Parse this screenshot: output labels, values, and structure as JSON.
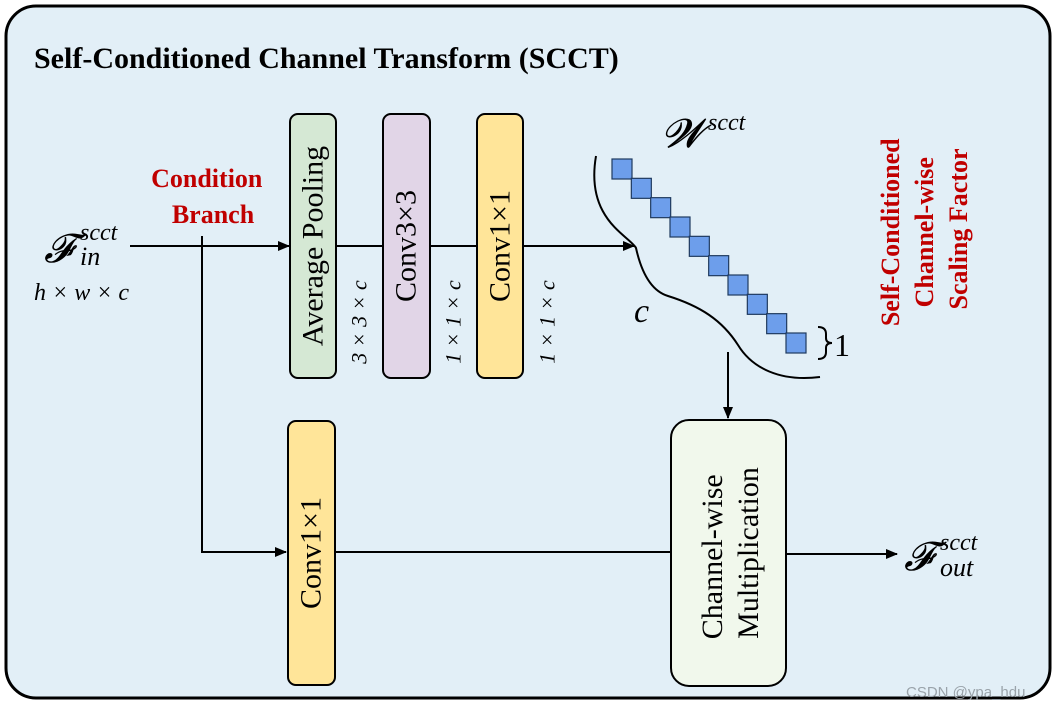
{
  "title": "Self-Conditioned Channel Transform (SCCT)",
  "condition_branch": [
    "Condition",
    "Branch"
  ],
  "input": {
    "symbol": "𝓕",
    "sup": "scct",
    "sub": "in",
    "shape": "h × w × c"
  },
  "output": {
    "symbol": "𝓕",
    "sup": "scct",
    "sub": "out"
  },
  "blocks": {
    "avg_pool": "Average Pooling",
    "conv3": "Conv3×3",
    "conv1_top": "Conv1×1",
    "conv1_bottom": "Conv1×1",
    "channel_mult": [
      "Channel-wise",
      "Multiplication"
    ]
  },
  "dims": {
    "after_pool": "3 × 3 × c",
    "after_conv3": "1 × 1 × c",
    "after_conv1": "1 × 1 × c"
  },
  "weight": {
    "symbol": "𝓦",
    "sup": "scct",
    "c_label": "c",
    "one_label": "1",
    "cells": 10
  },
  "scaling_factor": [
    "Self-Conditioned",
    "Channel-wise",
    "Scaling Factor"
  ],
  "watermark": "CSDN @ypa_hdu",
  "colors": {
    "panel_bg": "#e2eff7",
    "avg_pool": "#d5e8d4",
    "conv3": "#e1d5e7",
    "conv1": "#ffe599",
    "channel_mult": "#f1f8ec",
    "cell": "#6d9eeb",
    "accent_red": "#c00000"
  }
}
